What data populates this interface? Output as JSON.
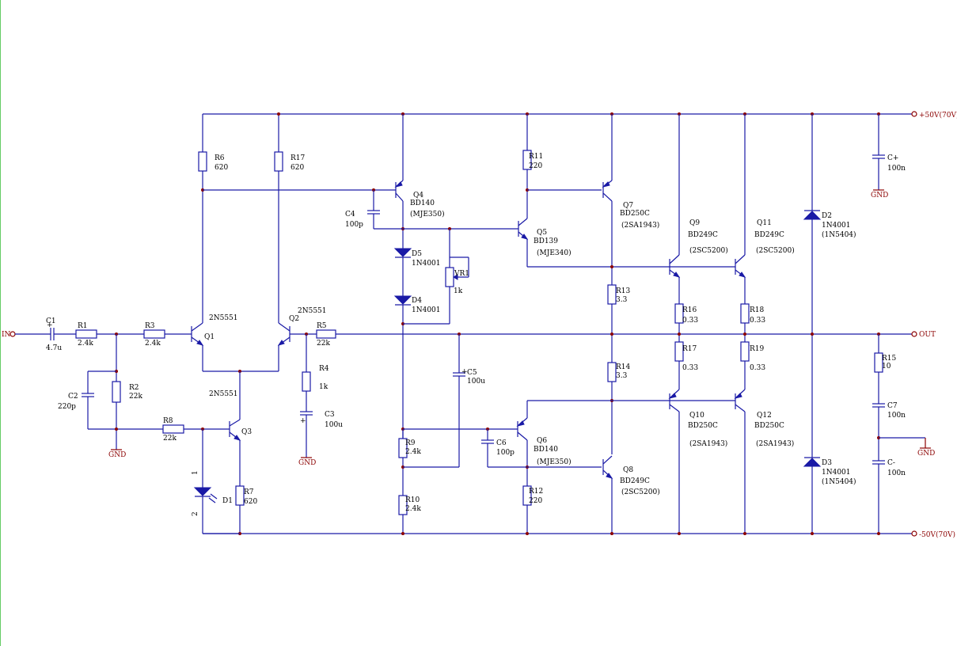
{
  "ports": {
    "in": "IN",
    "out": "OUT",
    "vpos": "+50V(70V)",
    "vneg": "-50V(70V)"
  },
  "gnd": "GND",
  "pins": {
    "p1": "1",
    "p2": "2"
  },
  "resistors": [
    {
      "id": "R1",
      "value": "2.4k"
    },
    {
      "id": "R2",
      "value": "22k"
    },
    {
      "id": "R3",
      "value": "2.4k"
    },
    {
      "id": "R4",
      "value": "1k"
    },
    {
      "id": "R5",
      "value": "22k"
    },
    {
      "id": "R6",
      "value": "620"
    },
    {
      "id": "R7",
      "value": "620"
    },
    {
      "id": "R8",
      "value": "22k"
    },
    {
      "id": "R9",
      "value": "2.4k"
    },
    {
      "id": "R10",
      "value": "2.4k"
    },
    {
      "id": "R11",
      "value": "220"
    },
    {
      "id": "R12",
      "value": "220"
    },
    {
      "id": "R13",
      "value": "3.3"
    },
    {
      "id": "R14",
      "value": "3.3"
    },
    {
      "id": "R15",
      "value": "10"
    },
    {
      "id": "R16",
      "value": "0.33"
    },
    {
      "id": "R17",
      "value": "620"
    },
    {
      "id": "R17",
      "value": "0.33"
    },
    {
      "id": "R18",
      "value": "0.33"
    },
    {
      "id": "R19",
      "value": "0.33"
    }
  ],
  "capacitors": [
    {
      "id": "C1",
      "value": "4.7u"
    },
    {
      "id": "C2",
      "value": "220p"
    },
    {
      "id": "C3",
      "value": "100u"
    },
    {
      "id": "C4",
      "value": "100p"
    },
    {
      "id": "C5",
      "value": "100u"
    },
    {
      "id": "C6",
      "value": "100p"
    },
    {
      "id": "C7",
      "value": "100n"
    },
    {
      "id": "C+",
      "value": "100n"
    },
    {
      "id": "C-",
      "value": "100n"
    }
  ],
  "pot": {
    "id": "VR1",
    "value": "1k"
  },
  "transistors": [
    {
      "id": "Q1",
      "part": "2N5551",
      "alt": ""
    },
    {
      "id": "Q2",
      "part": "2N5551",
      "alt": ""
    },
    {
      "id": "Q3",
      "part": "2N5551",
      "alt": ""
    },
    {
      "id": "Q4",
      "part": "BD140",
      "alt": "(MJE350)"
    },
    {
      "id": "Q5",
      "part": "BD139",
      "alt": "(MJE340)"
    },
    {
      "id": "Q6",
      "part": "BD140",
      "alt": "(MJE350)"
    },
    {
      "id": "Q7",
      "part": "BD250C",
      "alt": "(2SA1943)"
    },
    {
      "id": "Q8",
      "part": "BD249C",
      "alt": "(2SC5200)"
    },
    {
      "id": "Q9",
      "part": "BD249C",
      "alt": "(2SC5200)"
    },
    {
      "id": "Q10",
      "part": "BD250C",
      "alt": "(2SA1943)"
    },
    {
      "id": "Q11",
      "part": "BD249C",
      "alt": "(2SC5200)"
    },
    {
      "id": "Q12",
      "part": "BD250C",
      "alt": "(2SA1943)"
    }
  ],
  "diodes": [
    {
      "id": "D1",
      "part": ""
    },
    {
      "id": "D2",
      "part": "1N4001",
      "alt": "(1N5404)"
    },
    {
      "id": "D3",
      "part": "1N4001",
      "alt": "(1N5404)"
    },
    {
      "id": "D4",
      "part": "1N4001"
    },
    {
      "id": "D5",
      "part": "1N4001"
    }
  ],
  "plus": "+"
}
